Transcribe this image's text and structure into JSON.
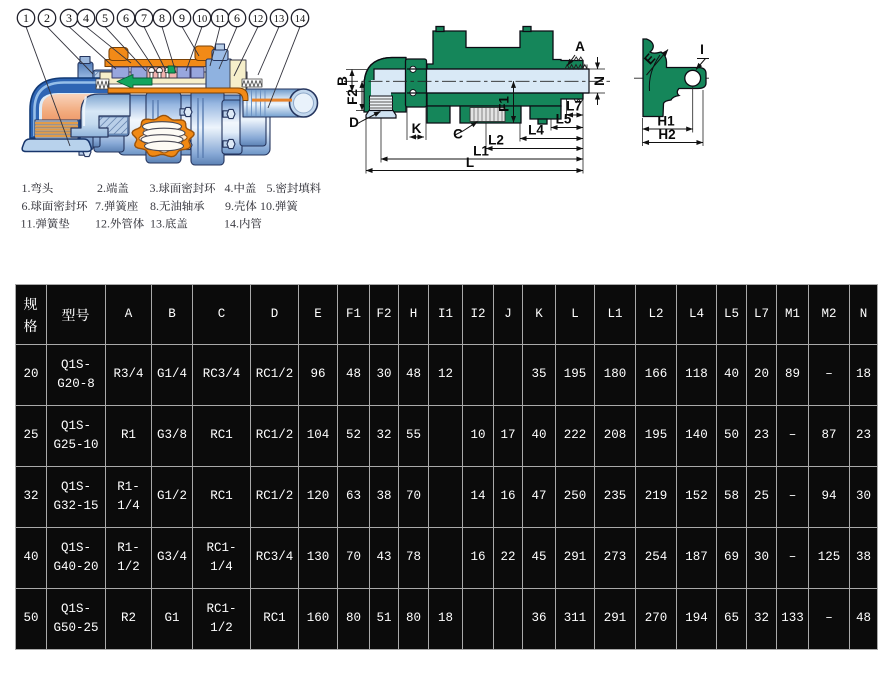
{
  "callouts": {
    "labels": [
      "1",
      "2",
      "3",
      "4",
      "5",
      "6",
      "7",
      "8",
      "9",
      "10",
      "11",
      "6",
      "12",
      "13",
      "14"
    ]
  },
  "legend": {
    "rows": [
      {
        "items": [
          "1.弯头",
          "2.端盖",
          "3.球面密封环",
          "4.中盖",
          "5.密封填料"
        ]
      },
      {
        "items": [
          "6.球面密封环",
          "7.弹簧座",
          "8.无油轴承",
          "9.壳体",
          "10.弹簧"
        ]
      },
      {
        "items": [
          "11.弹簧垫",
          "12.外管体",
          "13.底盖",
          "14.内管"
        ]
      }
    ]
  },
  "middle_diagram": {
    "labels": {
      "A": "A",
      "B": "B",
      "F2": "F2",
      "D": "D",
      "K": "K",
      "C": "C",
      "F1": "F1",
      "L7": "L7",
      "L5": "L5",
      "L4": "L4",
      "L2": "L2",
      "L1": "L1",
      "L": "L",
      "N": "N"
    }
  },
  "right_diagram": {
    "labels": {
      "E": "E",
      "I": "I",
      "H1": "H1",
      "H2": "H2"
    }
  },
  "table": {
    "headers": [
      "规\n格",
      "型号",
      "A",
      "B",
      "C",
      "D",
      "E",
      "F1",
      "F2",
      "H",
      "I1",
      "I2",
      "J",
      "K",
      "L",
      "L1",
      "L2",
      "L4",
      "L5",
      "L7",
      "M1",
      "M2",
      "N"
    ],
    "rows": [
      [
        "20",
        "Q1S-\nG20-8",
        "R3/4",
        "G1/4",
        "RC3/4",
        "RC1/2",
        "96",
        "48",
        "30",
        "48",
        "12",
        "",
        "",
        "35",
        "195",
        "180",
        "166",
        "118",
        "40",
        "20",
        "89",
        "–",
        "18"
      ],
      [
        "25",
        "Q1S-\nG25-10",
        "R1",
        "G3/8",
        "RC1",
        "RC1/2",
        "104",
        "52",
        "32",
        "55",
        "",
        "10",
        "17",
        "40",
        "222",
        "208",
        "195",
        "140",
        "50",
        "23",
        "–",
        "87",
        "23"
      ],
      [
        "32",
        "Q1S-\nG32-15",
        "R1-\n1/4",
        "G1/2",
        "RC1",
        "RC1/2",
        "120",
        "63",
        "38",
        "70",
        "",
        "14",
        "16",
        "47",
        "250",
        "235",
        "219",
        "152",
        "58",
        "25",
        "–",
        "94",
        "30"
      ],
      [
        "40",
        "Q1S-\nG40-20",
        "R1-\n1/2",
        "G3/4",
        "RC1-\n1/4",
        "RC3/4",
        "130",
        "70",
        "43",
        "78",
        "",
        "16",
        "22",
        "45",
        "291",
        "273",
        "254",
        "187",
        "69",
        "30",
        "–",
        "125",
        "38"
      ],
      [
        "50",
        "Q1S-\nG50-25",
        "R2",
        "G1",
        "RC1-\n1/2",
        "RC1",
        "160",
        "80",
        "51",
        "80",
        "18",
        "",
        "",
        "36",
        "311",
        "291",
        "270",
        "194",
        "65",
        "32",
        "133",
        "–",
        "48"
      ]
    ],
    "colors": {
      "background": "#0b0b0b",
      "grid": "#a9a9a9",
      "text": "#ffffff"
    }
  },
  "colors": {
    "page_background": "#ffffff",
    "diagram_green": "#15865a",
    "tube_blue": "#d9e9f6",
    "body_blue": "#9cbede",
    "accent_orange": "#f28a17",
    "seal_green": "#12a55e",
    "packing_cream": "#f6efca",
    "bearing_purple": "#98a6dd",
    "spring_pink": "#f6c0bd",
    "cavity_salmon": "#ec8a5a",
    "line_black": "#111111"
  }
}
